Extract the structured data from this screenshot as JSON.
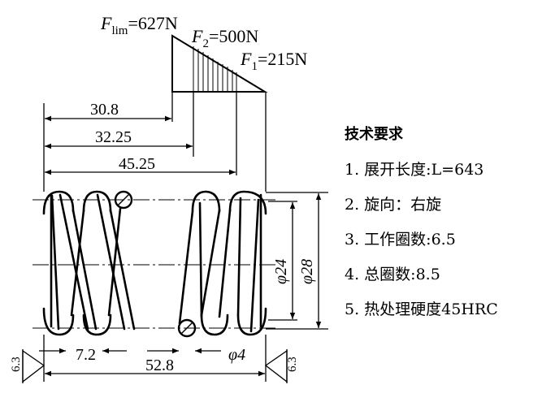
{
  "forces": {
    "lim": {
      "symbol": "F",
      "sub": "lim",
      "value": "=627N"
    },
    "f2": {
      "symbol": "F",
      "sub": "2",
      "value": "=500N"
    },
    "f1": {
      "symbol": "F",
      "sub": "1",
      "value": "=215N"
    }
  },
  "dimensions": {
    "d1": "30.8",
    "d2": "32.25",
    "d3": "45.25",
    "pitch": "7.2",
    "wire_dia": "φ4",
    "total_length": "52.8",
    "inner_dia": "φ24",
    "outer_dia": "φ28"
  },
  "roughness": {
    "left": "6.3",
    "right": "6.3"
  },
  "tech_requirements": {
    "title": "技术要求",
    "items": [
      "1. 展开长度:L=643",
      "2. 旋向：右旋",
      "3. 工作圈数:6.5",
      "4. 总圈数:8.5",
      "5. 热处理硬度45HRC"
    ]
  }
}
